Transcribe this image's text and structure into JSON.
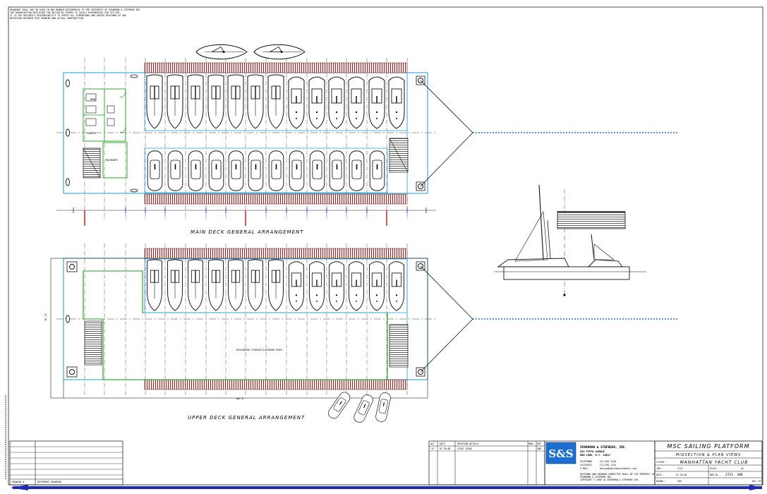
{
  "notes": {
    "line1": "DRAWINGS SHALL NOT BE USED IN ANY MANNER DETRIMENTAL TO THE INTERESTS OF SPARKMAN & STEPHENS INC.",
    "line2": "THE ORGANIZATION RECEIVING THE DESIGN BY OTHERS IS SOLELY RESPONSIBLE FOR ITS USE.",
    "line3": "IT IS THE BUILDER'S RESPONSIBILITY TO VERIFY ALL DIMENSIONS AND ADVISE DESIGNER OF ANY",
    "line4": "DEVIATION BETWEEN THIS DRAWING AND ACTUAL CONSTRUCTION."
  },
  "labels": {
    "main_deck": "MAIN DECK GENERAL ARRANGEMENT",
    "upper_deck": "UPPER DECK GENERAL ARRANGEMENT",
    "machinery": "MACHINERY",
    "open_area": "DESIGNATED STORAGE/CLASSROOM SPACE",
    "mens": "MENS",
    "ladies": "LADIES",
    "upper_dim": "BOT-0\"",
    "side_dim": "30'-0\""
  },
  "revision_table": {
    "headers": [
      "ALT",
      "DATE",
      "REVISION DETAILS",
      "DWN",
      "APP"
    ],
    "row": [
      "\"0\"",
      "07-28-08",
      "FIRST ISSUE",
      "",
      "SBD"
    ]
  },
  "reference": {
    "col1": "DRAWING #",
    "col2": "REFERENCE DRAWINGS"
  },
  "company": {
    "logo": "S&S",
    "name": "SPARKMAN & STEPHENS, INC.",
    "address1": "529 FIFTH AVENUE",
    "address2": "NEW YORK, N.Y. 10017",
    "phone_label": "TELEPHONE",
    "phone": "212-661-1240",
    "fax_label": "FACSIMILE",
    "fax": "212-661-1235",
    "email_label": "E-MAIL",
    "email": "design@sparkmanstephens.com",
    "prop1": "DESIGNED AND DRAWING SUBMITTED SHALL BE THE PROPERTY OF",
    "prop2": "SPARKMAN & STEPHENS INC.",
    "copyright": "COPYRIGHT © 2008 by SPARKMAN & STEPHENS INC."
  },
  "title_block": {
    "project": "MSC SAILING PLATFORM",
    "subtitle": "MIDSECTION & PLAN VIEWS",
    "client_label": "CLIENT :",
    "client": "MANHATTAN YACHT CLUB",
    "job_label": "JOB :",
    "job": "2731",
    "scale_label": "SCALE :",
    "scale": "AS",
    "date_label": "DATE :",
    "date": "07-28-08",
    "dwg_label": "DWG No :",
    "dwg": "2731- 300",
    "drawn_label": "DRAWN :",
    "drawn": "SHU",
    "rev": "Rev \"0\""
  },
  "colors": {
    "outline": "#111111",
    "cyan": "#29a8d8",
    "green": "#1aa01a",
    "red": "#d01010",
    "blue_border": "#1c2bb0",
    "rail": "#7a1a1a",
    "dashed": "#1a6fc0"
  }
}
